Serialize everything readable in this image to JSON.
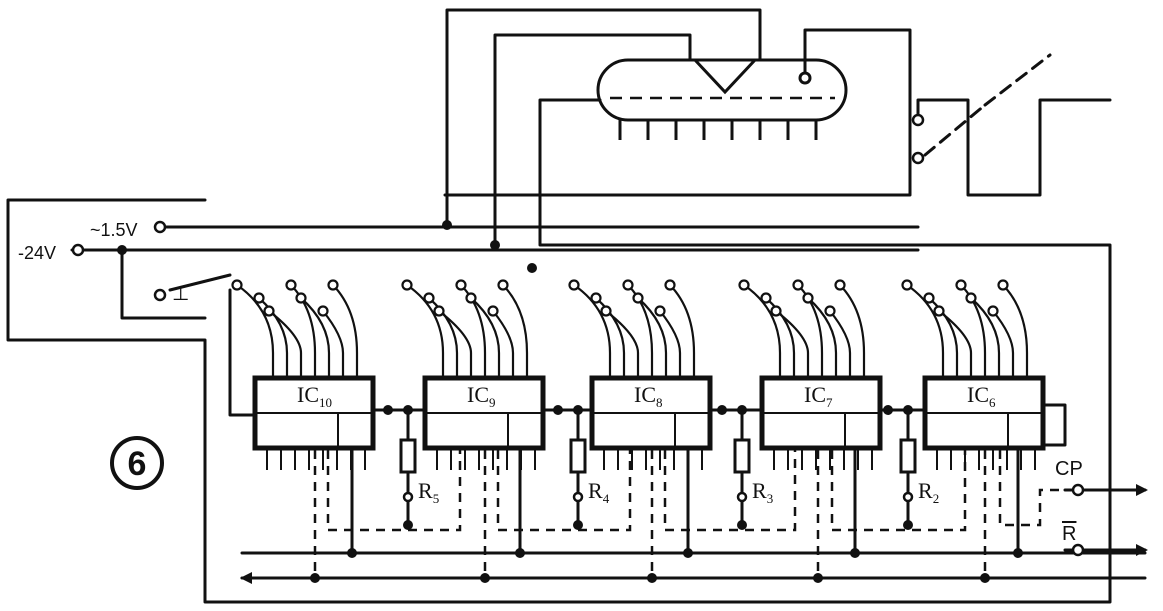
{
  "figure_number": "6",
  "labels": {
    "supply_ac": "~1.5V",
    "supply_dc": "-24V",
    "ground": "⊥",
    "clock": "CP",
    "reset": "R"
  },
  "ics": [
    {
      "base": "IC",
      "sub": "10"
    },
    {
      "base": "IC",
      "sub": "9"
    },
    {
      "base": "IC",
      "sub": "8"
    },
    {
      "base": "IC",
      "sub": "7"
    },
    {
      "base": "IC",
      "sub": "6"
    }
  ],
  "resistors": [
    {
      "base": "R",
      "sub": "5"
    },
    {
      "base": "R",
      "sub": "4"
    },
    {
      "base": "R",
      "sub": "3"
    },
    {
      "base": "R",
      "sub": "2"
    }
  ],
  "colors": {
    "ink": "#111111",
    "paper": "#ffffff"
  }
}
